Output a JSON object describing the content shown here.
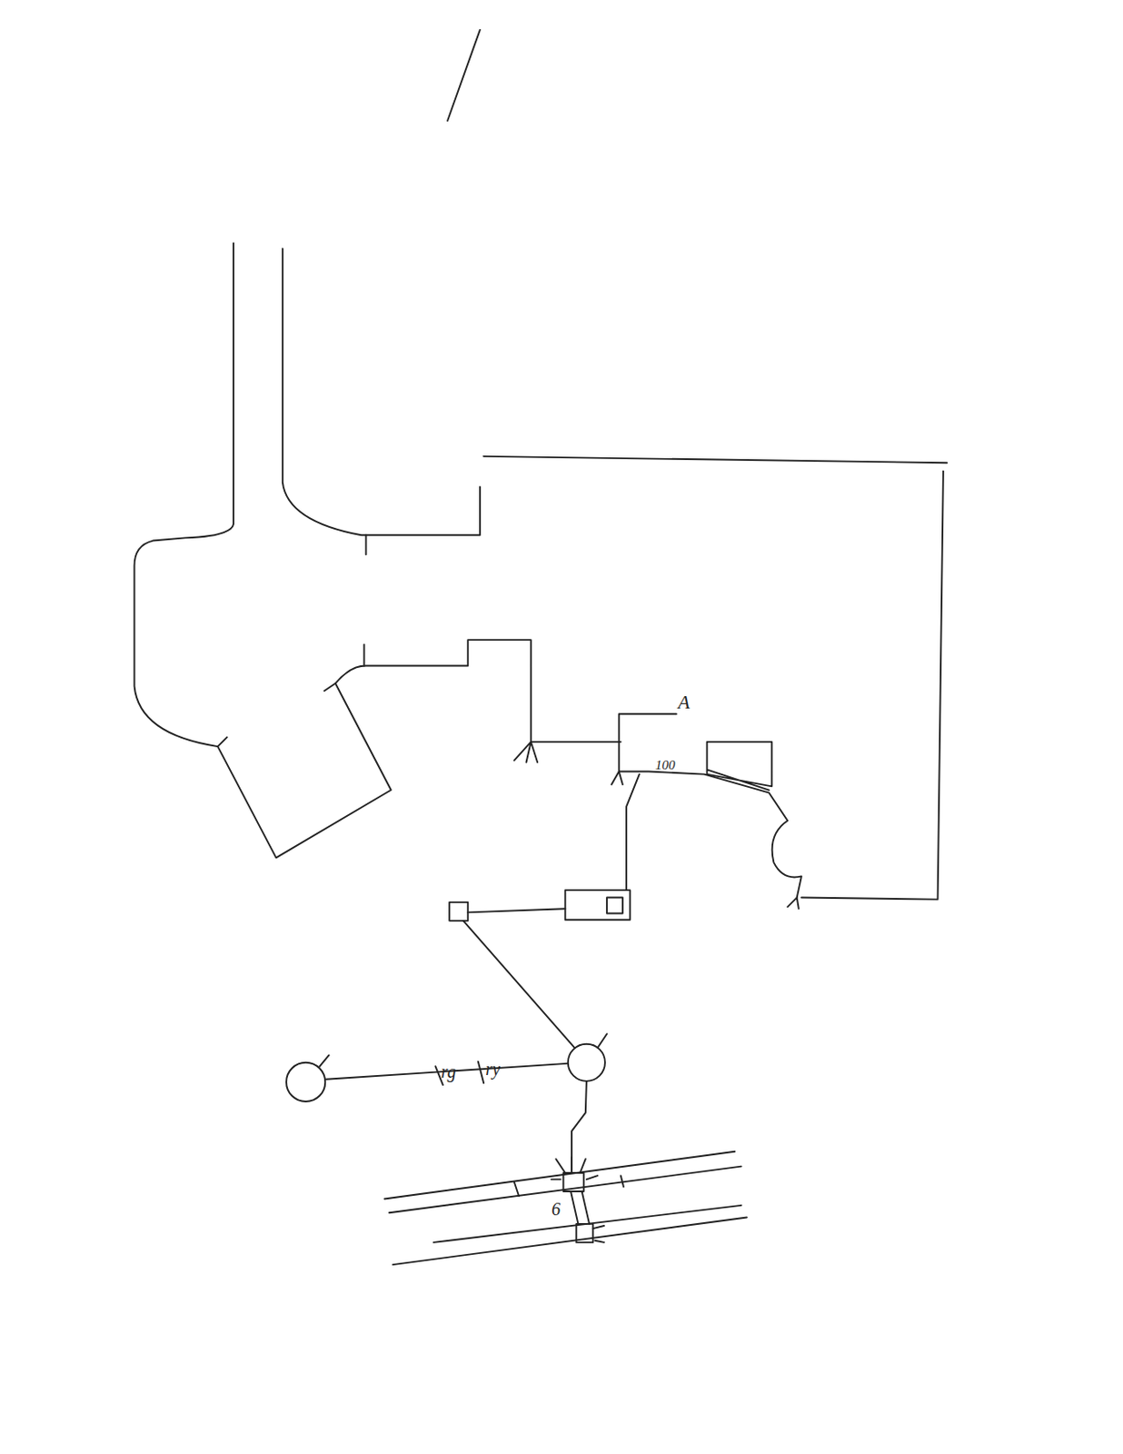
{
  "diagram": {
    "labels": [
      "A",
      "100",
      "6",
      "rg",
      "ry"
    ]
  }
}
